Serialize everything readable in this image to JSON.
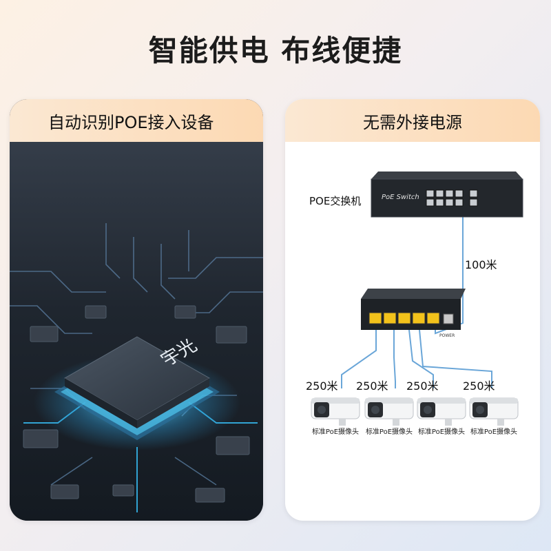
{
  "title": "智能供电  布线便捷",
  "left_card": {
    "header": "自动识别POE接入设备",
    "chip_text": "宇光"
  },
  "right_card": {
    "header": "无需外接电源",
    "switch_label": "POE交换机",
    "switch_brand": "PoE Switch",
    "splitter_power_label": "POWER",
    "uplink_distance": "100米",
    "camera_distances": [
      "250米",
      "250米",
      "250米",
      "250米"
    ],
    "camera_labels": [
      "标准PoE摄像头",
      "标准PoE摄像头",
      "标准PoE摄像头",
      "标准PoE摄像头"
    ]
  },
  "colors": {
    "header_bg": "#fcd9b3",
    "cable": "#6aa6d8",
    "chip_glow": "#39c4ff",
    "port": "#f2c21b"
  }
}
